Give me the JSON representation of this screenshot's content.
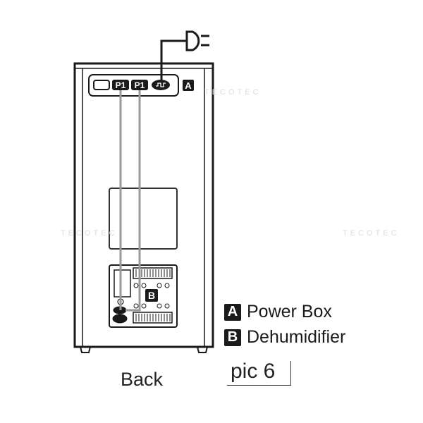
{
  "diagram": {
    "view_label": "Back",
    "figure_label": "pic 6",
    "panel": {
      "ports": [
        "P1",
        "P1"
      ],
      "marker": "A"
    },
    "dehumidifier_marker": "B"
  },
  "legend": [
    {
      "marker": "A",
      "label": "Power Box"
    },
    {
      "marker": "B",
      "label": "Dehumidifier"
    }
  ],
  "watermark": {
    "text": "TECOTEC",
    "color": "#dddddd"
  },
  "colors": {
    "line": "#1a1a1a",
    "cable": "#9a9a9a"
  }
}
